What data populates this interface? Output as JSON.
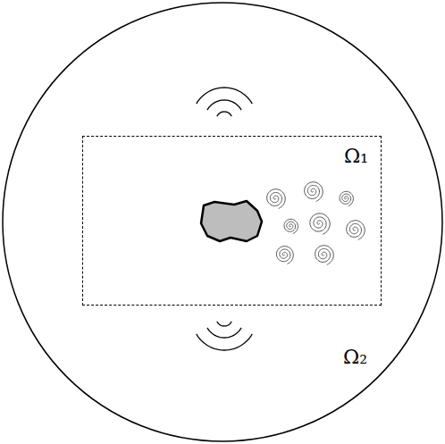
{
  "diagram": {
    "nodes": [
      {
        "text": [
          "Ω₂"
        ]
      },
      {
        "text": [
          "Ω₁"
        ],
        "in": 0
      }
    ]
  }
}
